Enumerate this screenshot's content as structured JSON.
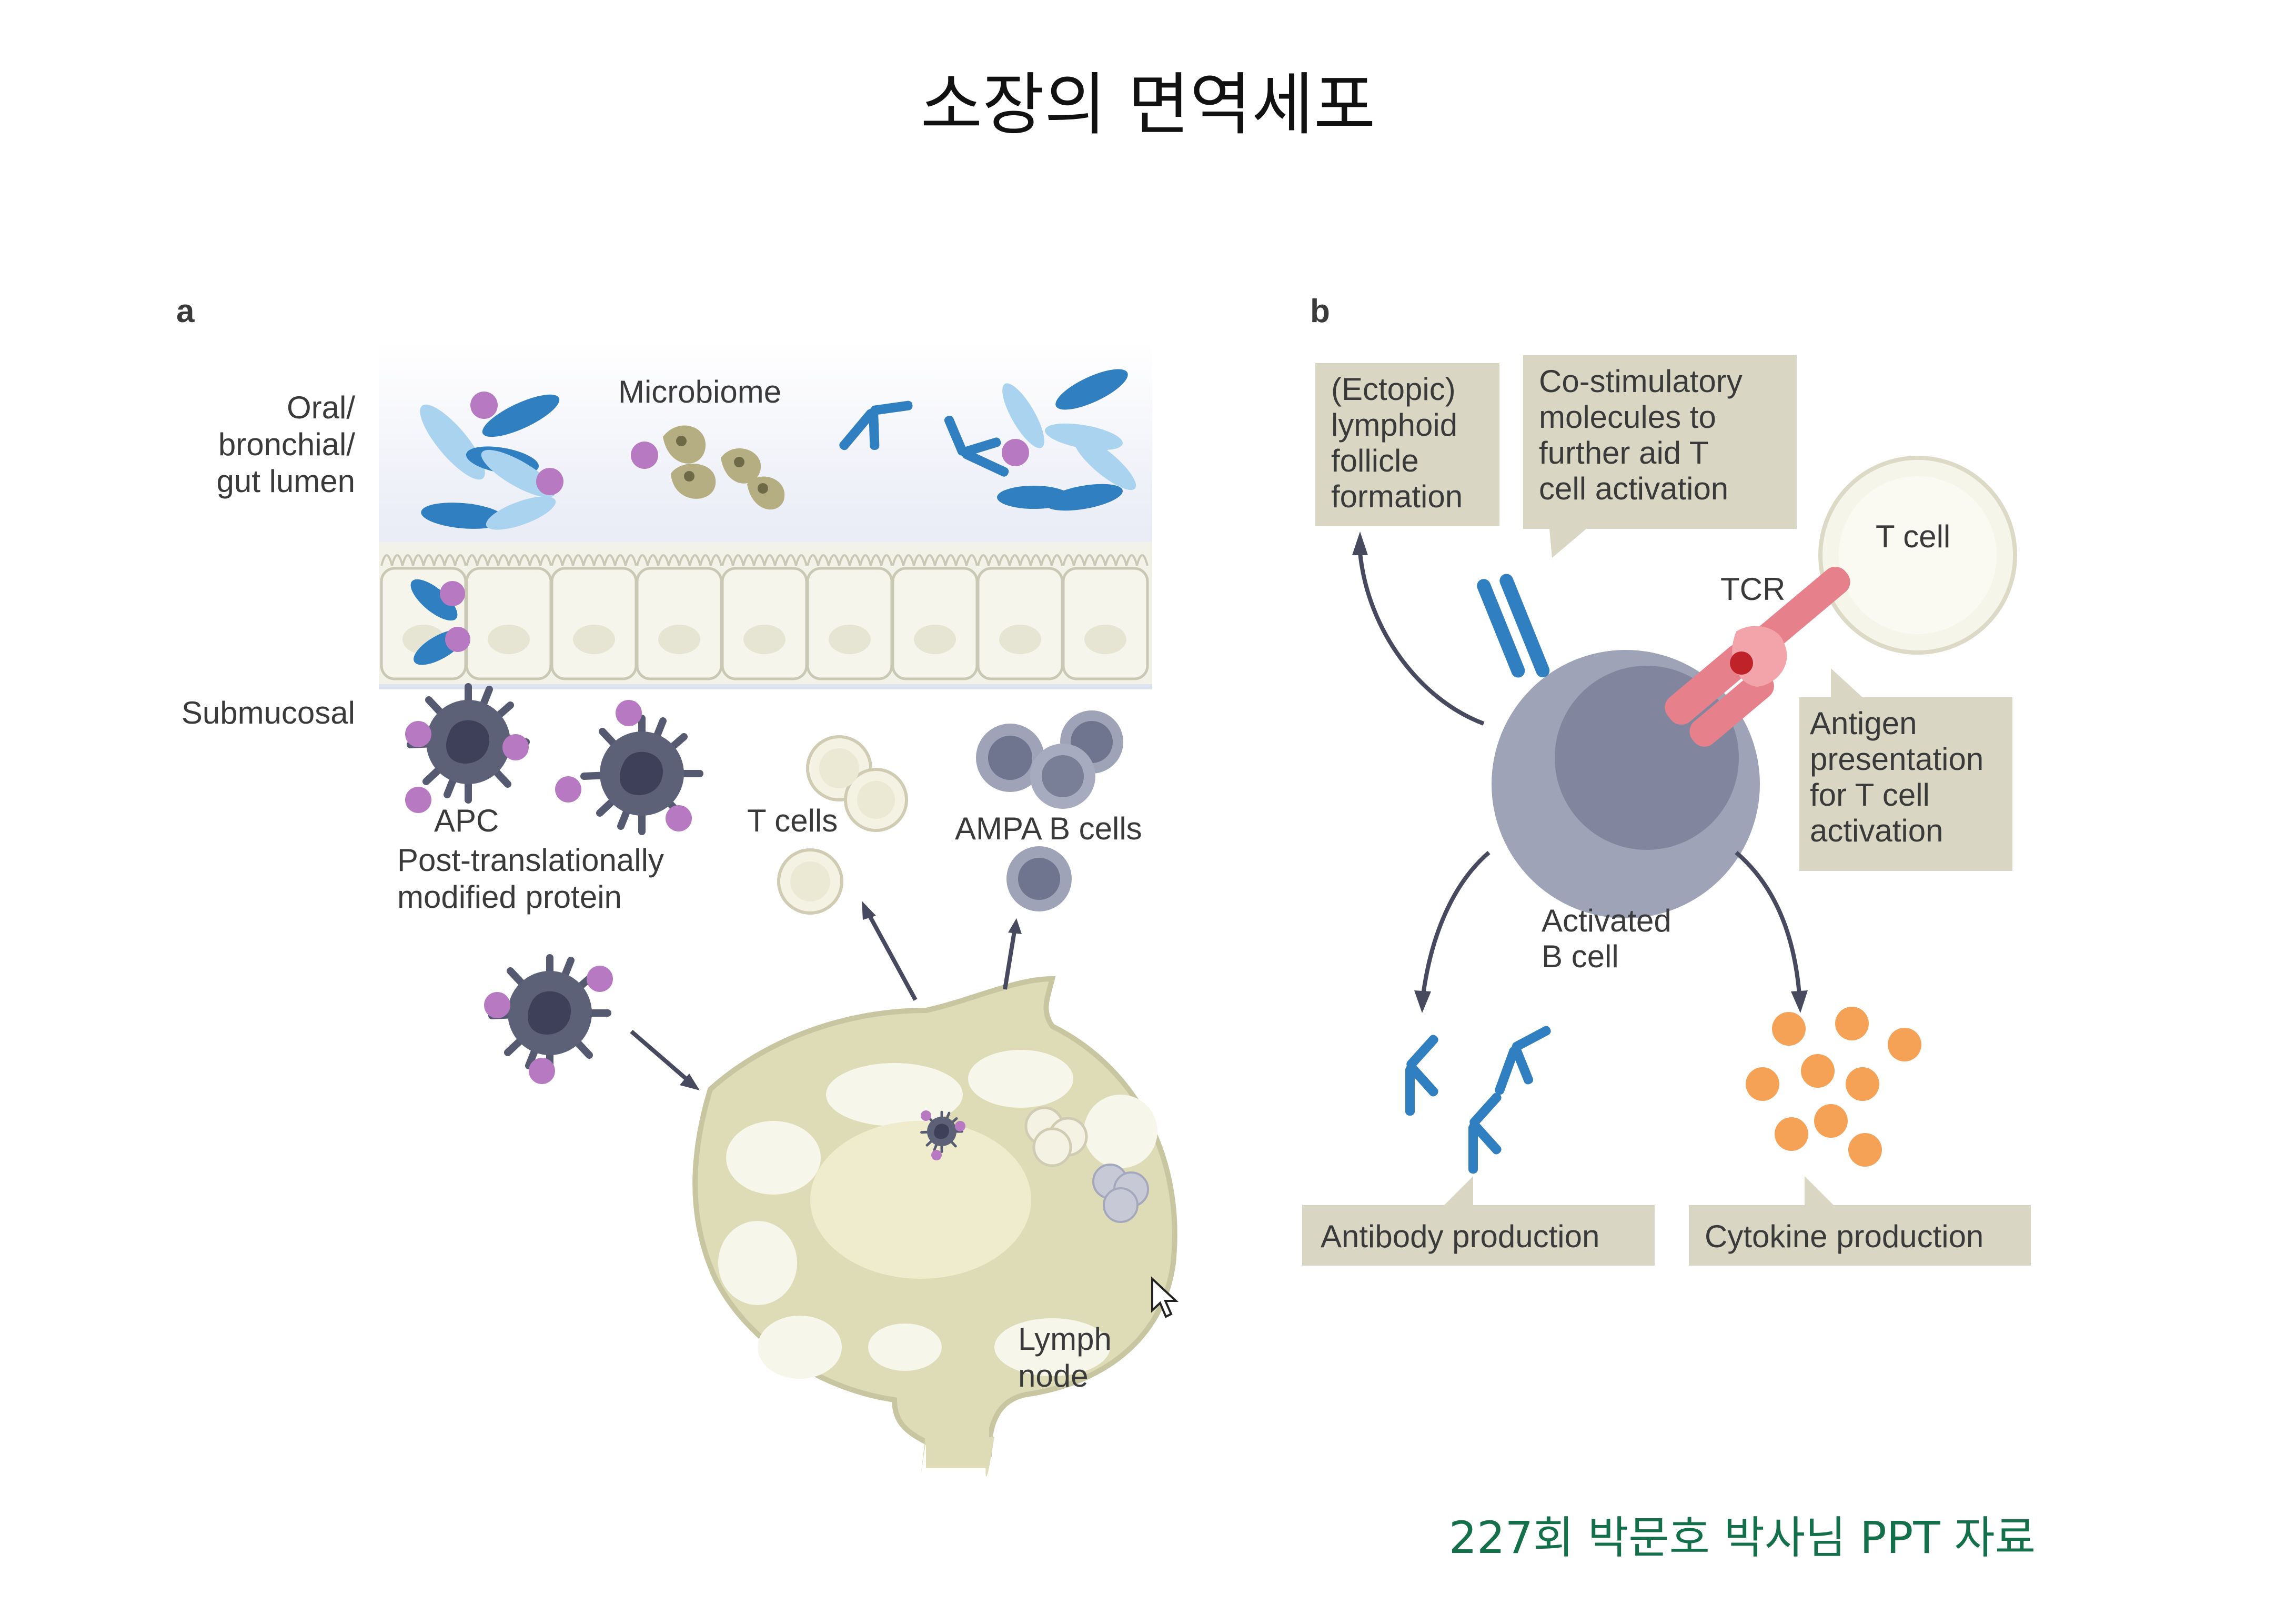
{
  "slide": {
    "title": "소장의 면역세포",
    "credit": "227회 박문호 박사님 PPT 자료"
  },
  "panel_a": {
    "letter": "a",
    "lumen_label": [
      "Oral/",
      "bronchial/",
      "gut lumen"
    ],
    "microbiome": "Microbiome",
    "submucosal": "Submucosal",
    "apc": "APC",
    "ptm_protein": [
      "Post-translationally",
      "modified protein"
    ],
    "t_cells": "T cells",
    "ampa_b_cells": "AMPA B cells",
    "lymph_node": [
      "Lymph",
      "node"
    ]
  },
  "panel_b": {
    "letter": "b",
    "follicle_box": [
      "(Ectopic)",
      "lymphoid",
      "follicle",
      "formation"
    ],
    "costim_box": [
      "Co-stimulatory",
      "molecules to",
      "further aid T",
      "cell activation"
    ],
    "t_cell": "T cell",
    "tcr": "TCR",
    "antigen_box": [
      "Antigen",
      "presentation",
      "for T cell",
      "activation"
    ],
    "activated_b": [
      "Activated",
      "B cell"
    ],
    "antibody_box": "Antibody production",
    "cytokine_box": "Cytokine production"
  },
  "colors": {
    "credit_green": "#13704a",
    "antibody_blue": "#2f7fc1",
    "light_blue": "#a9d3ee",
    "ptm_purple": "#b679c2",
    "apc_gray": "#565a70",
    "b_cell_gray": "#9fa3b8",
    "tcr_pink": "#e6808a",
    "cytokine_orange": "#f5a257",
    "label_box": "#d9d7c3",
    "lymph_node": "#dddcb7"
  }
}
